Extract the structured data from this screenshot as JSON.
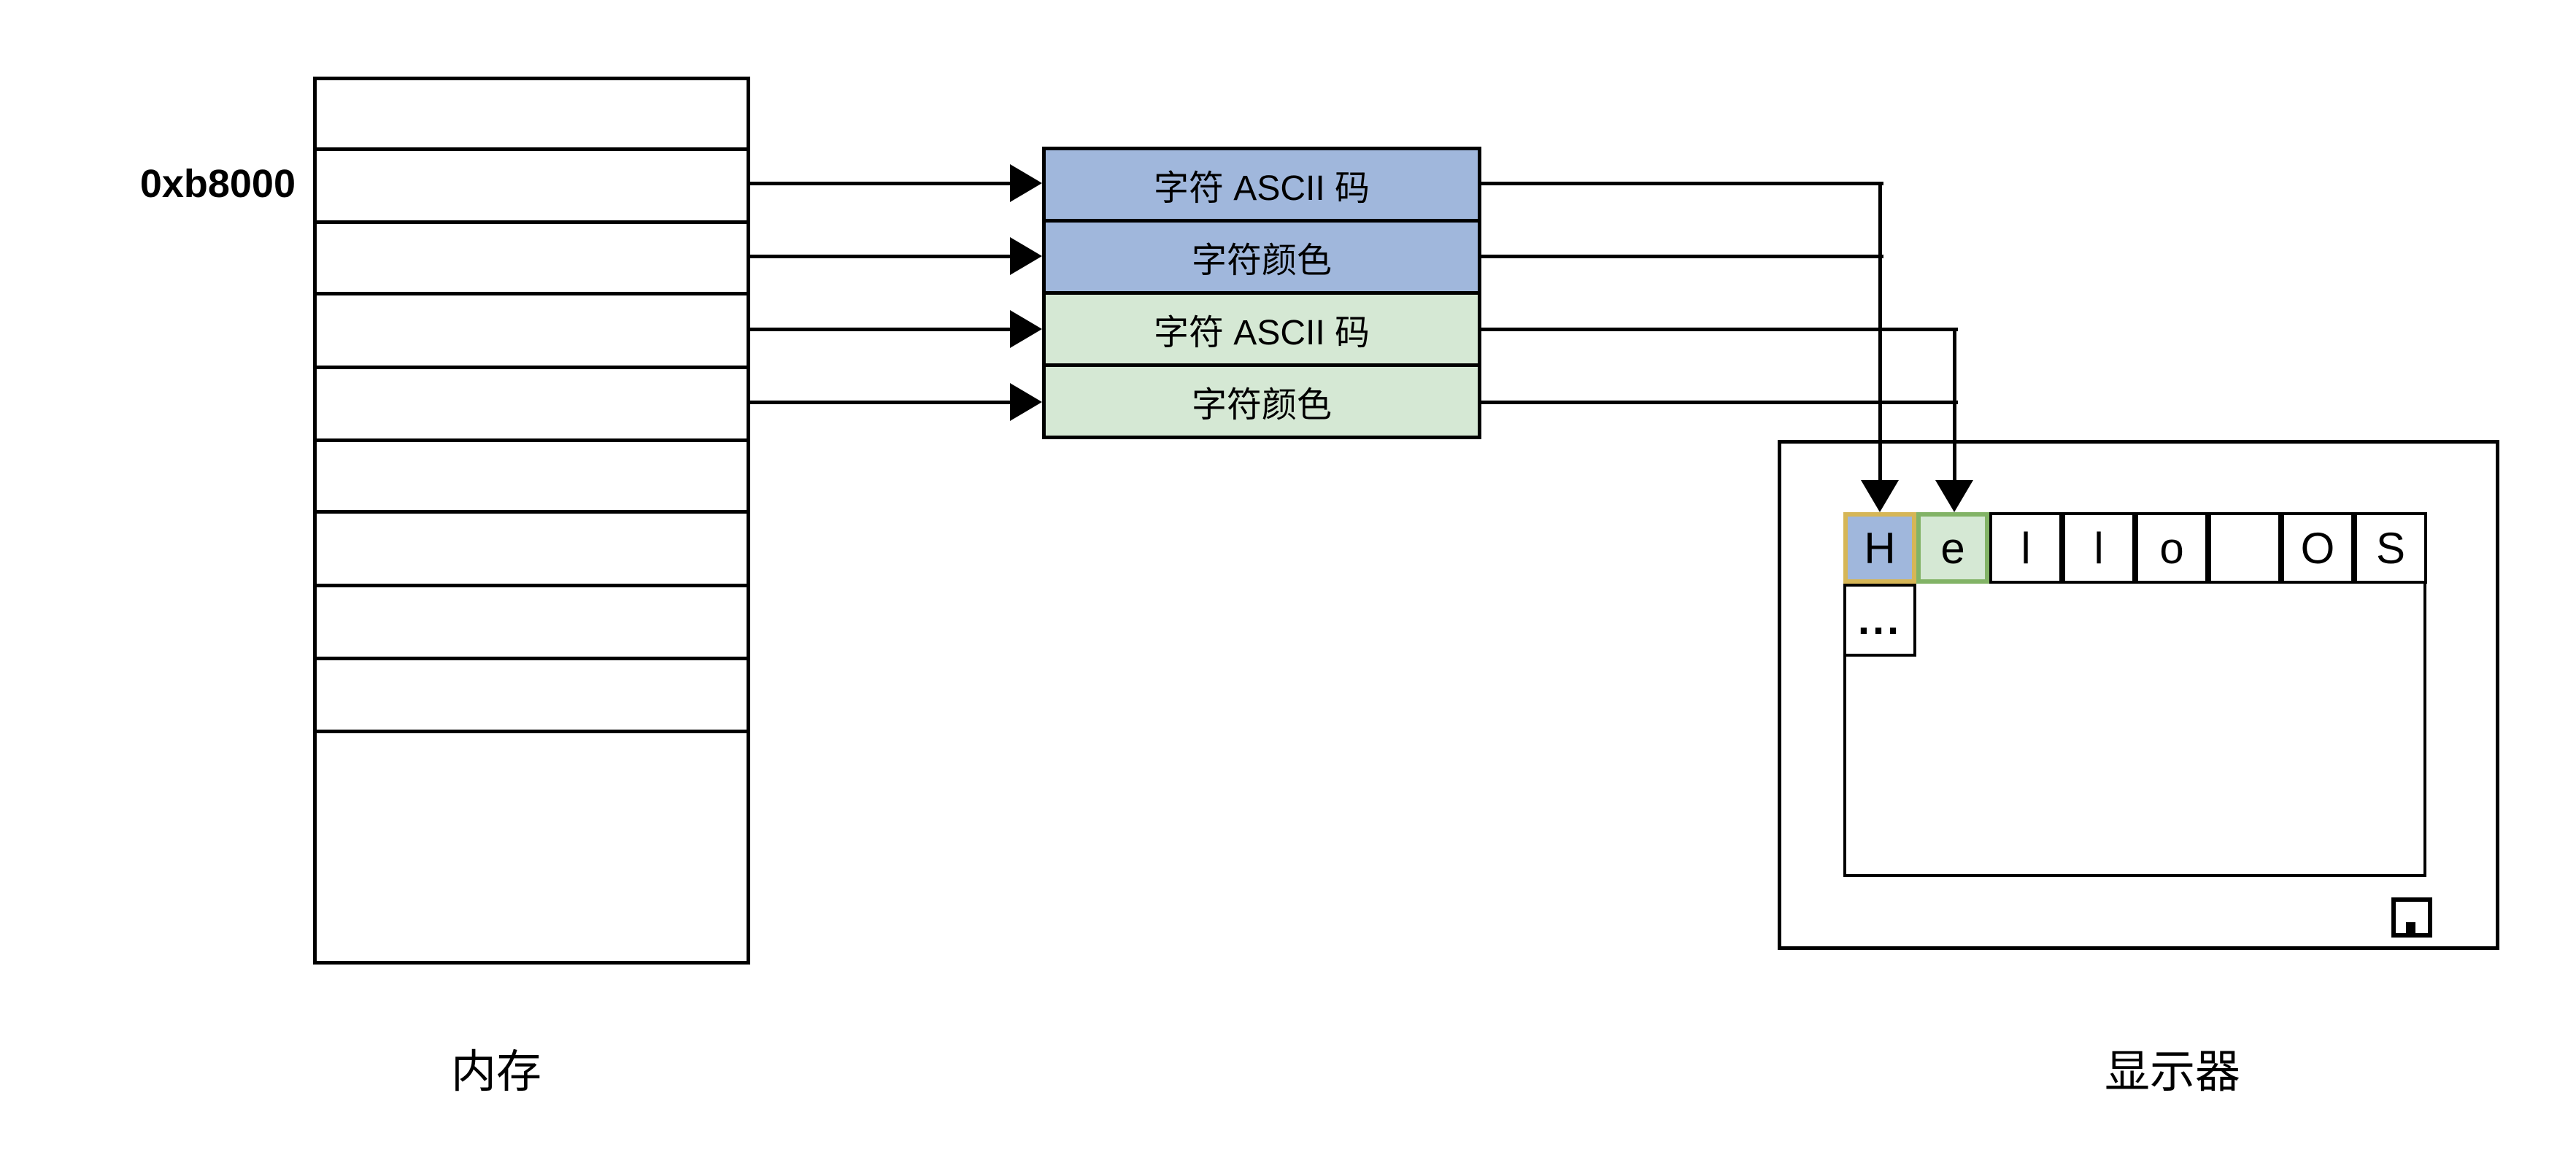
{
  "memory": {
    "section_label": "内存",
    "address_label": "0xb8000",
    "rows_total": 10
  },
  "buffer": {
    "rows": [
      {
        "label": "字符 ASCII 码",
        "fill": "#a0b7dc"
      },
      {
        "label": "字符颜色",
        "fill": "#a0b7dc"
      },
      {
        "label": "字符 ASCII 码",
        "fill": "#d5e8d4"
      },
      {
        "label": "字符颜色",
        "fill": "#d5e8d4"
      }
    ]
  },
  "display": {
    "section_label": "显示器",
    "cells": [
      {
        "char": "H",
        "fill": "#a0b7dc",
        "border": "#d6b656"
      },
      {
        "char": "e",
        "fill": "#d5e8d4",
        "border": "#82b366"
      },
      {
        "char": "l",
        "fill": "#ffffff",
        "border": "#000000"
      },
      {
        "char": "l",
        "fill": "#ffffff",
        "border": "#000000"
      },
      {
        "char": "o",
        "fill": "#ffffff",
        "border": "#000000"
      },
      {
        "char": "",
        "fill": "#ffffff",
        "border": "#000000"
      },
      {
        "char": "O",
        "fill": "#ffffff",
        "border": "#000000"
      },
      {
        "char": "S",
        "fill": "#ffffff",
        "border": "#000000"
      }
    ],
    "ellipsis_label": "..."
  },
  "colors": {
    "line": "#000000",
    "blue_fill": "#a0b7dc",
    "green_fill": "#d5e8d4",
    "gold_border": "#d6b656",
    "green_border": "#82b366"
  }
}
